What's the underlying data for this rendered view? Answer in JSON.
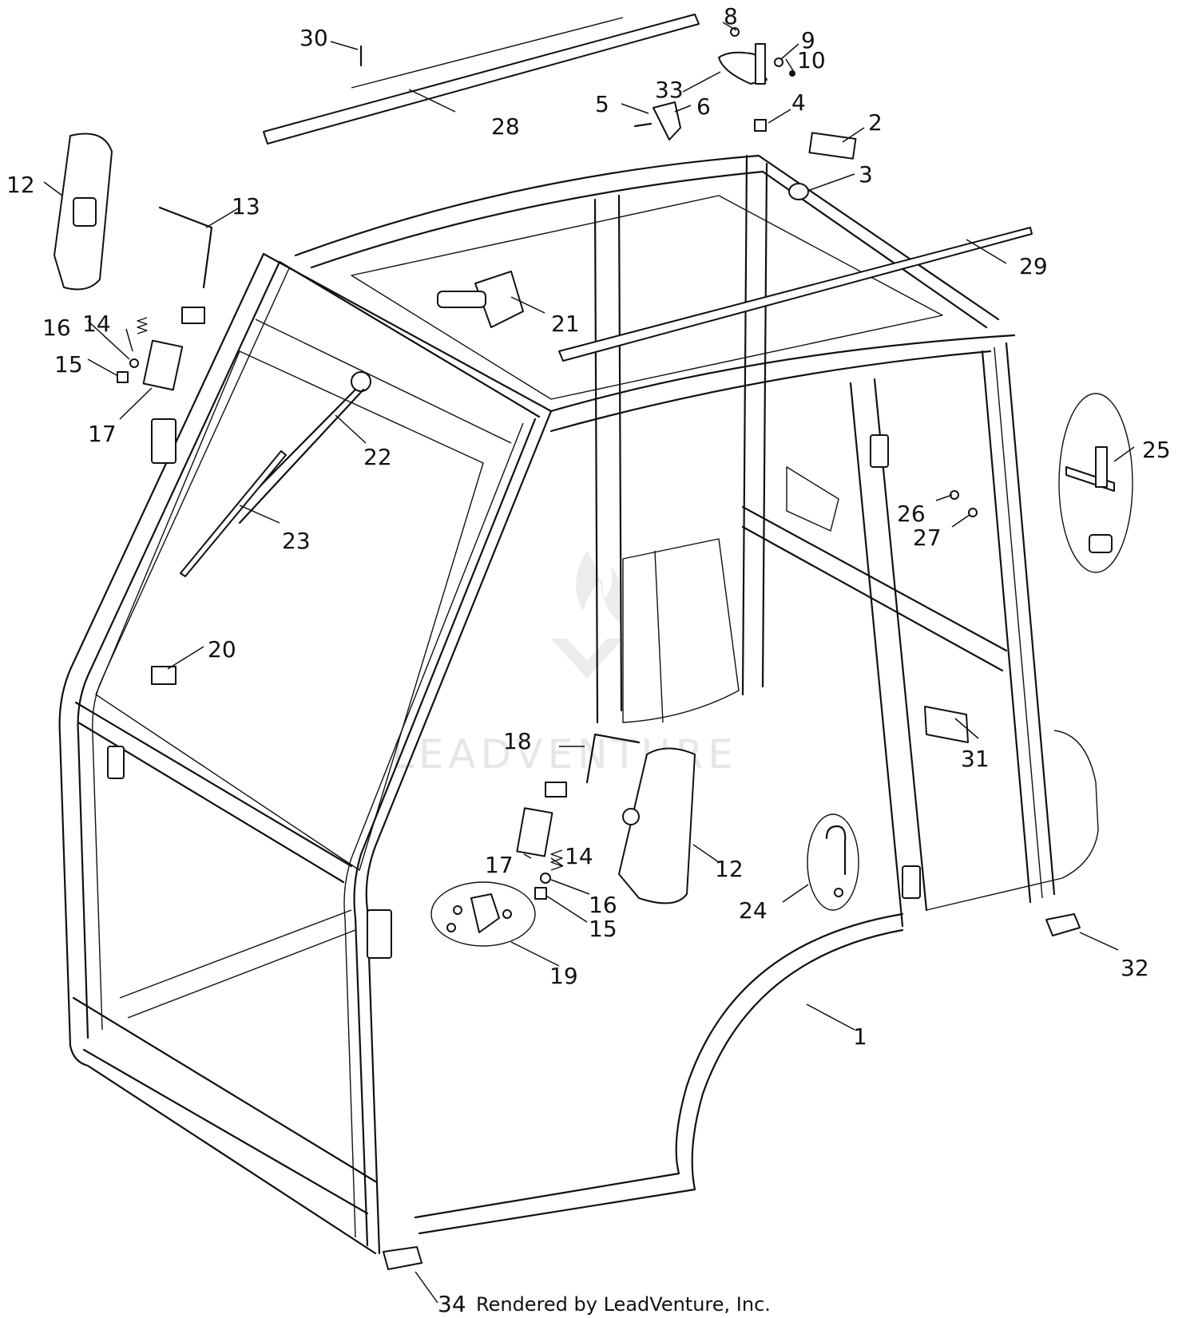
{
  "diagram": {
    "callouts": [
      {
        "id": "c1",
        "label": "1"
      },
      {
        "id": "c2",
        "label": "2"
      },
      {
        "id": "c3",
        "label": "3"
      },
      {
        "id": "c4",
        "label": "4"
      },
      {
        "id": "c5",
        "label": "5"
      },
      {
        "id": "c6",
        "label": "6"
      },
      {
        "id": "c8",
        "label": "8"
      },
      {
        "id": "c9",
        "label": "9"
      },
      {
        "id": "c10",
        "label": "10"
      },
      {
        "id": "c12a",
        "label": "12"
      },
      {
        "id": "c12b",
        "label": "12"
      },
      {
        "id": "c13",
        "label": "13"
      },
      {
        "id": "c14a",
        "label": "14"
      },
      {
        "id": "c14b",
        "label": "14"
      },
      {
        "id": "c15a",
        "label": "15"
      },
      {
        "id": "c15b",
        "label": "15"
      },
      {
        "id": "c16a",
        "label": "16"
      },
      {
        "id": "c16b",
        "label": "16"
      },
      {
        "id": "c17a",
        "label": "17"
      },
      {
        "id": "c17b",
        "label": "17"
      },
      {
        "id": "c18",
        "label": "18"
      },
      {
        "id": "c19",
        "label": "19"
      },
      {
        "id": "c20",
        "label": "20"
      },
      {
        "id": "c21",
        "label": "21"
      },
      {
        "id": "c22",
        "label": "22"
      },
      {
        "id": "c23",
        "label": "23"
      },
      {
        "id": "c24",
        "label": "24"
      },
      {
        "id": "c25",
        "label": "25"
      },
      {
        "id": "c26",
        "label": "26"
      },
      {
        "id": "c27",
        "label": "27"
      },
      {
        "id": "c28",
        "label": "28"
      },
      {
        "id": "c29",
        "label": "29"
      },
      {
        "id": "c30",
        "label": "30"
      },
      {
        "id": "c31",
        "label": "31"
      },
      {
        "id": "c32",
        "label": "32"
      },
      {
        "id": "c33",
        "label": "33"
      },
      {
        "id": "c34",
        "label": "34"
      }
    ],
    "credit": "Rendered by LeadVenture, Inc.",
    "watermark": "LEADVENTURE"
  }
}
